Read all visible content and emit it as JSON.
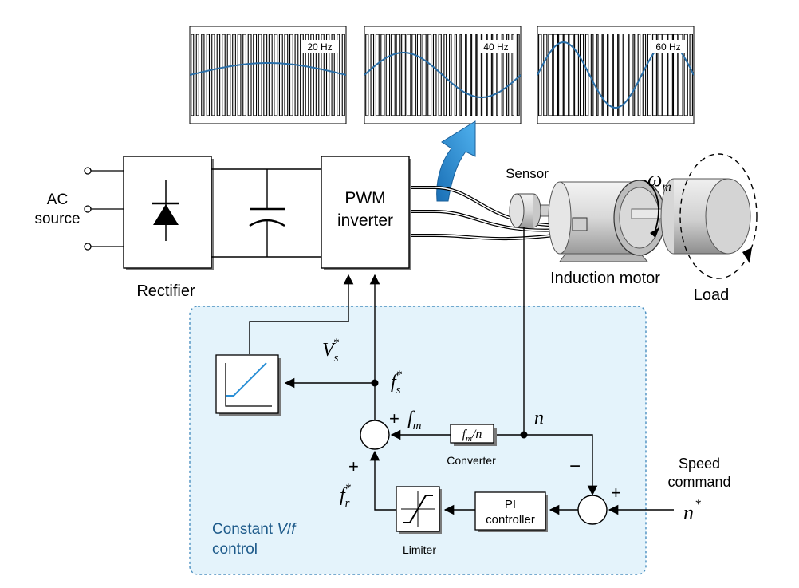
{
  "labels": {
    "ac_source_line1": "AC",
    "ac_source_line2": "source",
    "rectifier": "Rectifier",
    "pwm_line1": "PWM",
    "pwm_line2": "inverter",
    "sensor": "Sensor",
    "induction_motor": "Induction motor",
    "load": "Load",
    "omega": "ω",
    "omega_sub": "m",
    "vs": "V",
    "vs_sub": "s",
    "fs": "f",
    "fs_sub": "s",
    "fm": "f",
    "fm_sub": "m",
    "fr": "f",
    "fr_sub": "r",
    "star": "*",
    "plus": "+",
    "minus": "−",
    "n": "n",
    "n_star": "n",
    "converter_box_f": "f",
    "converter_box_sub": "m",
    "converter_box_rest": "/n",
    "converter": "Converter",
    "pi_line1": "PI",
    "pi_line2": "controller",
    "limiter": "Limiter",
    "speed_command_line1": "Speed",
    "speed_command_line2": "command",
    "constant_vf_line1a": "Constant ",
    "constant_vf_v": "V",
    "constant_vf_slash": "/",
    "constant_vf_f": "f",
    "constant_vf_line2": "control"
  },
  "waveforms": [
    {
      "label": "20 Hz",
      "frequency_hz": 20
    },
    {
      "label": "40 Hz",
      "frequency_hz": 40
    },
    {
      "label": "60 Hz",
      "frequency_hz": 60
    }
  ],
  "colors": {
    "control_region_fill": "#e4f3fb",
    "control_region_border": "#4a8fc0",
    "control_label": "#1d5a8a",
    "sine": "#2a6fa8",
    "arrow": "#2b8fd6"
  }
}
